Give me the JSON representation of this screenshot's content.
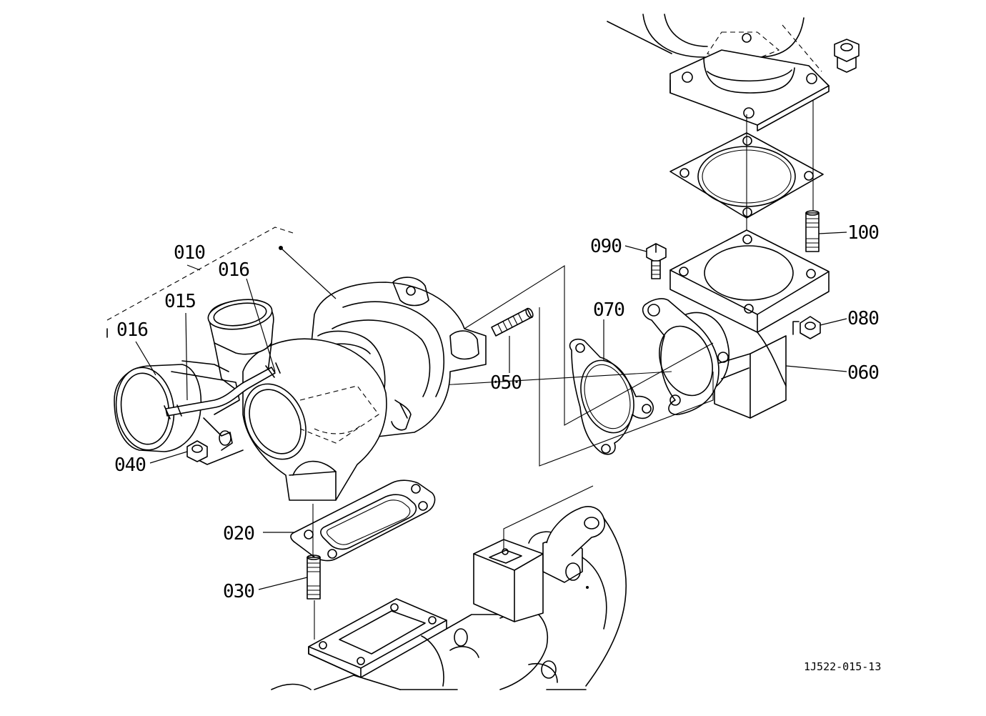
{
  "diagram": {
    "figure_ref": "1J522-015-13",
    "callouts": {
      "p010": "010",
      "p015": "015",
      "p016a": "016",
      "p016b": "016",
      "p020": "020",
      "p030": "030",
      "p040": "040",
      "p050": "050",
      "p060": "060",
      "p070": "070",
      "p080": "080",
      "p090": "090",
      "p100": "100"
    }
  }
}
